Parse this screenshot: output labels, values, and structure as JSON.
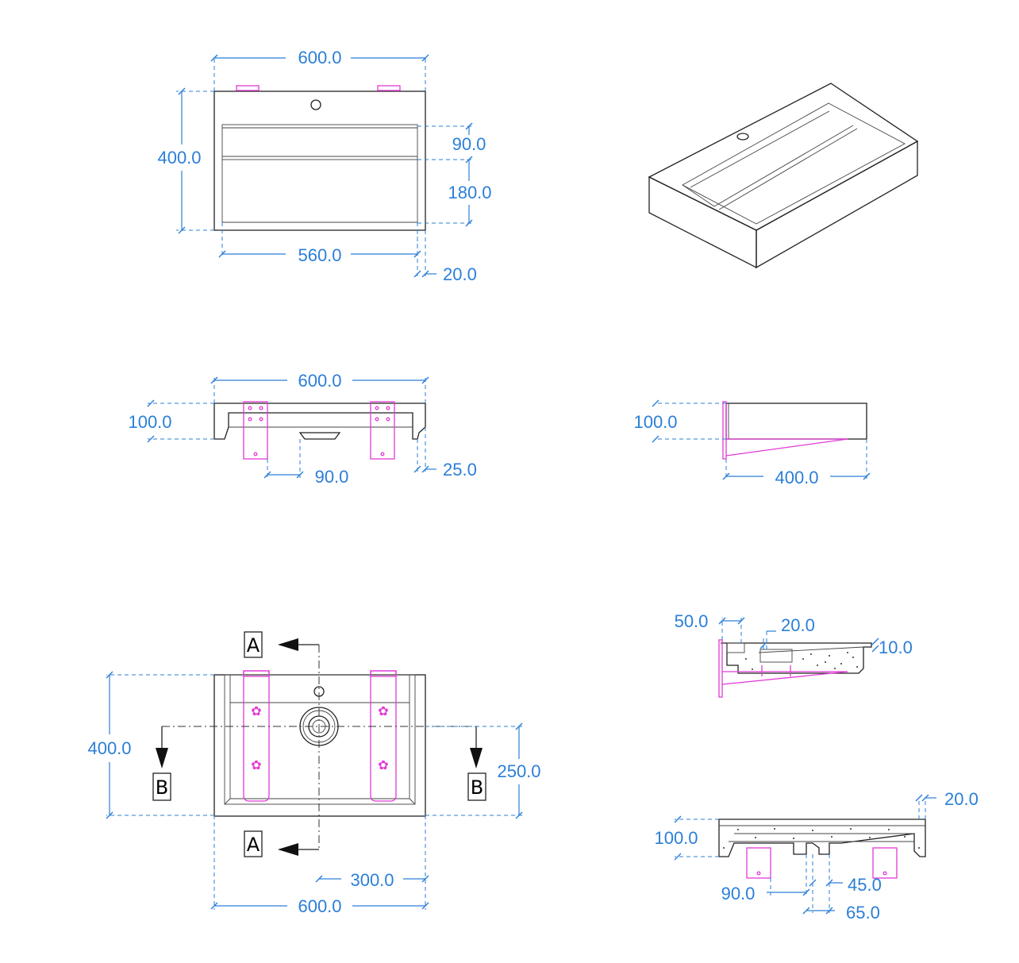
{
  "top_view": {
    "width_600": "600.0",
    "height_400": "400.0",
    "depth_90": "90.0",
    "depth_180": "180.0",
    "inner_560": "560.0",
    "edge_20": "20.0"
  },
  "front_view": {
    "width_600": "600.0",
    "height_100": "100.0",
    "drain_90": "90.0",
    "lip_25": "25.0"
  },
  "side_view": {
    "height_100": "100.0",
    "depth_400": "400.0"
  },
  "bottom_view": {
    "section_a_top": "A",
    "section_a_bottom": "A",
    "section_b_left": "B",
    "section_b_right": "B",
    "height_400": "400.0",
    "offset_250": "250.0",
    "offset_300": "300.0",
    "width_600": "600.0"
  },
  "section_a": {
    "dim_50": "50.0",
    "dim_20": "20.0",
    "dim_10": "10.0"
  },
  "section_b": {
    "dim_20": "20.0",
    "dim_100": "100.0",
    "dim_45": "45.0",
    "dim_90": "90.0",
    "dim_65": "65.0"
  },
  "colors": {
    "dimension": "#2b7fd8",
    "bracket": "#e23ad6",
    "outline": "#222222"
  }
}
